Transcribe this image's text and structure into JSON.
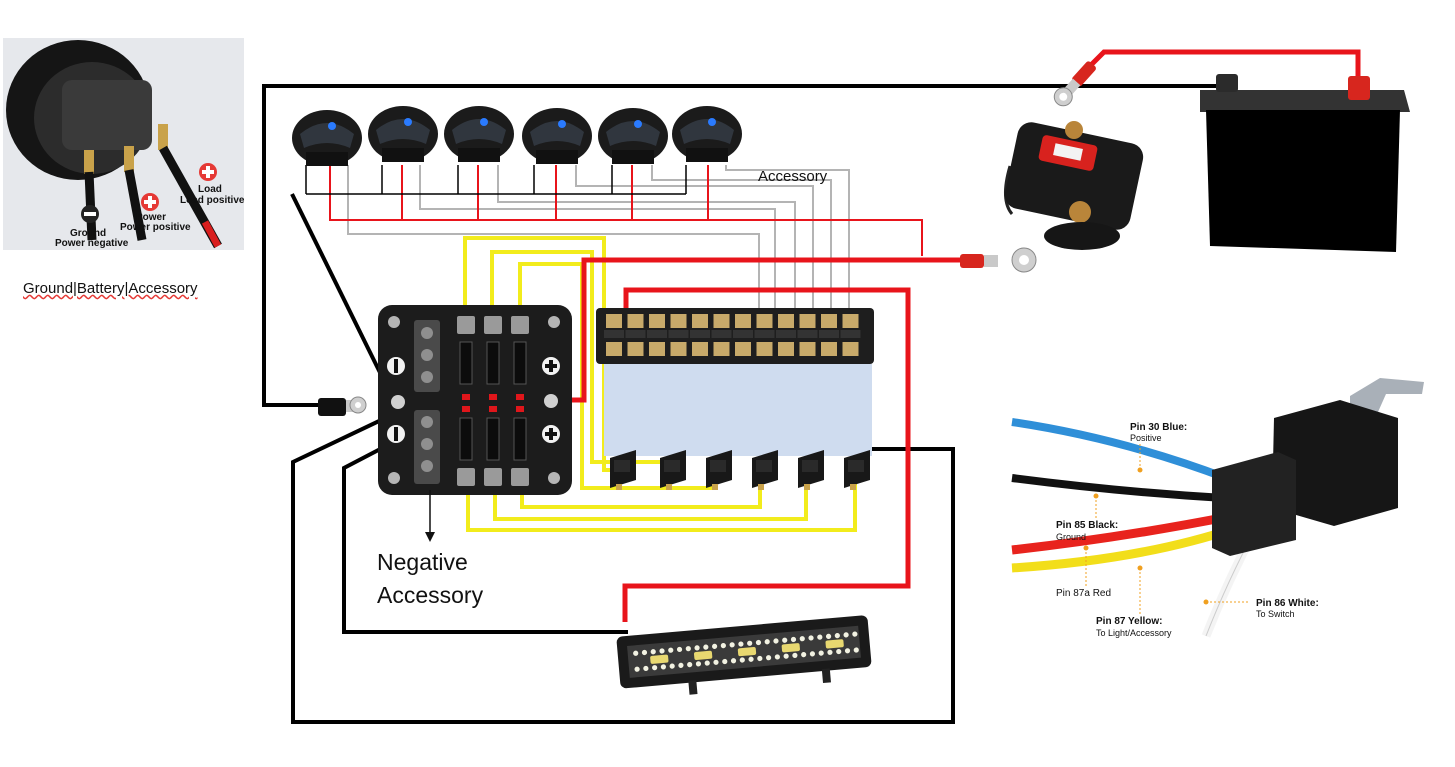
{
  "labels": {
    "switch_caption": "Ground|Battery|Accessory",
    "accessory": "Accessory",
    "negative_line1": "Negative",
    "negative_line2": "Accessory"
  },
  "rocker_inset": {
    "ground": "Ground",
    "ground_sub": "Power negative",
    "power": "Power",
    "power_sub": "Power positive",
    "load": "Load",
    "load_sub": "Load positive"
  },
  "relay": {
    "pin30": "Pin 30 Blue:",
    "pin30_sub": "Positive",
    "pin85": "Pin 85 Black:",
    "pin85_sub": "Ground",
    "pin87a": "Pin 87a Red",
    "pin87": "Pin 87 Yellow:",
    "pin87_sub": "To Light/Accessory",
    "pin86": "Pin 86 White:",
    "pin86_sub": "To Switch"
  },
  "colors": {
    "positive": "#e8141b",
    "ground": "#000000",
    "fused": "#f2ec1c",
    "signal": "#b4b4b4",
    "relay_pin30": "#2f8fd8",
    "switch_led": "#2a7bff"
  }
}
